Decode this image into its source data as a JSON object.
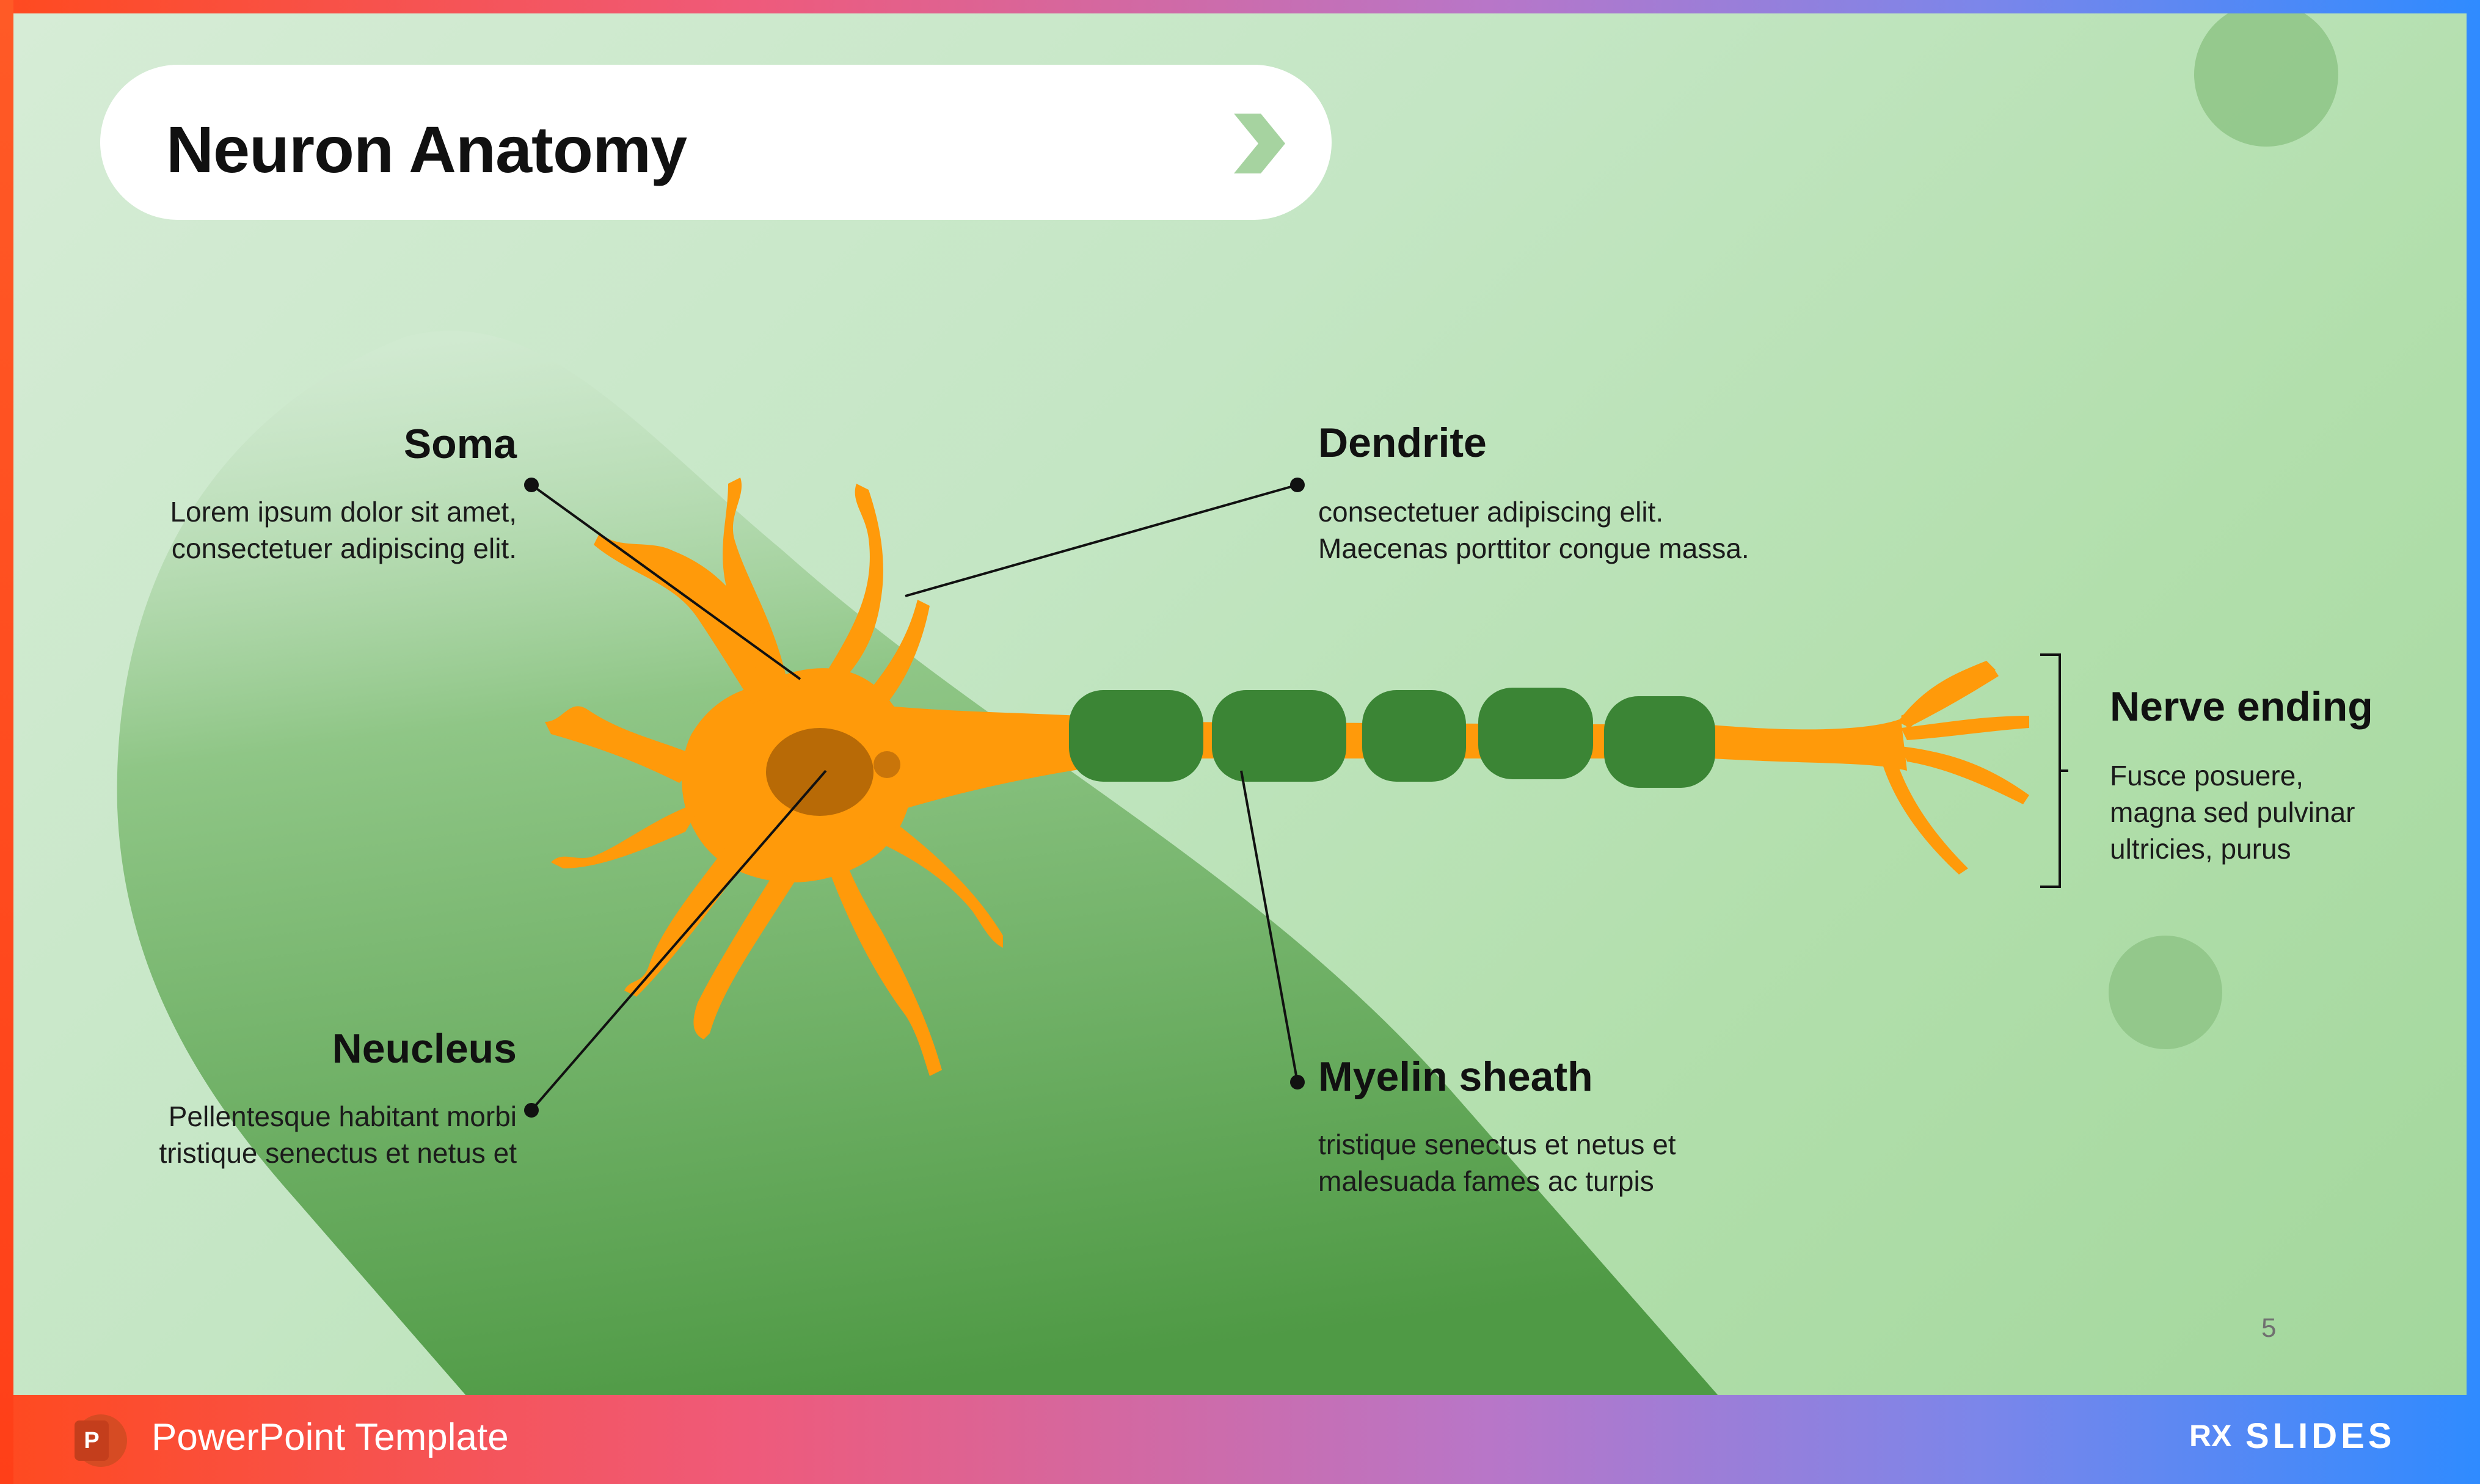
{
  "slide": {
    "title": "Neuron Anatomy",
    "page_number": "5"
  },
  "labels": {
    "soma": {
      "title": "Soma",
      "line1": "Lorem ipsum dolor sit amet,",
      "line2": "consectetuer adipiscing elit."
    },
    "dendrite": {
      "title": "Dendrite",
      "line1": "consectetuer adipiscing elit.",
      "line2": "Maecenas porttitor congue massa."
    },
    "nerve_ending": {
      "title": "Nerve ending",
      "line1": "Fusce posuere,",
      "line2": "magna sed pulvinar",
      "line3": "ultricies, purus"
    },
    "nucleus": {
      "title": "Neucleus",
      "line1": "Pellentesque habitant morbi",
      "line2": "tristique senectus et netus et"
    },
    "myelin": {
      "title": "Myelin sheath",
      "line1": "tristique senectus et netus et",
      "line2": "malesuada fames ac turpis"
    }
  },
  "footer": {
    "template_label": "PowerPoint Template",
    "brand": "SLIDES",
    "brand_prefix": "RX",
    "app_icon_letter": "P"
  },
  "colors": {
    "neuron": "#ff9a0a",
    "myelin": "#3b8535",
    "nucleus": "#b86a06",
    "background": "#c4e6c4",
    "accent_shape": "#5a9e4e"
  }
}
